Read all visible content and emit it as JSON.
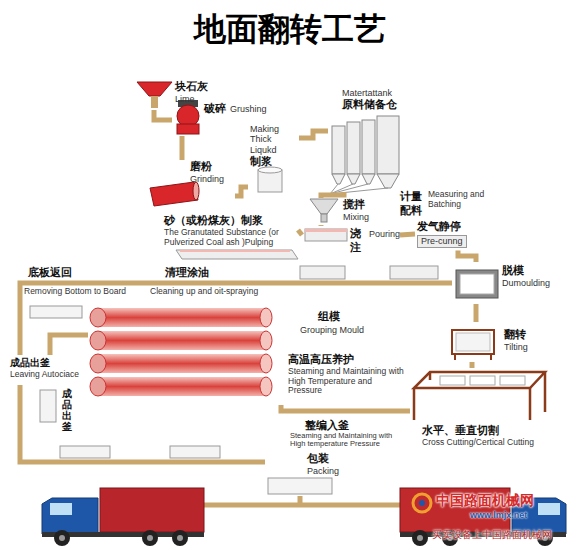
{
  "diagram": {
    "title": "地面翻转工艺",
    "nodes": [
      {
        "text": [
          "块石灰",
          "Lime"
        ]
      },
      {
        "text": [
          "破碎",
          "Grushing"
        ]
      },
      {
        "text": [
          "磨粉",
          "Grinding"
        ]
      },
      {
        "text": [
          "Making Thick Liqukd",
          "制浆"
        ]
      },
      {
        "text": [
          "Matertattank",
          "原料储备仓"
        ]
      },
      {
        "text": [
          "搅拌",
          "Mixing"
        ]
      },
      {
        "text": [
          "砂（或粉煤灰）制浆",
          "The Granutated Substance (or Pulverized Coal ash )Pulping"
        ]
      },
      {
        "text": [
          "浇注",
          "Pouring"
        ]
      },
      {
        "text": [
          "发气静停",
          "Pre-cunng"
        ]
      },
      {
        "text": [
          "脱模",
          "Dumoulding"
        ]
      },
      {
        "text": [
          "翻转",
          "Tilting"
        ]
      },
      {
        "text": [
          "水平、垂直切割",
          "Cross Cutting/Certical Cutting"
        ]
      },
      {
        "text": [
          "高温高压养护",
          "Steaming and Maintaining with High Temperature and Pressure"
        ]
      },
      {
        "text": [
          "成品出釜",
          "Leaving Autociace"
        ]
      },
      {
        "text": [
          "包装",
          "Packing"
        ]
      }
    ],
    "edges": [
      {
        "from": 0,
        "to": 1,
        "arrow": "none"
      },
      {
        "from": 1,
        "to": 2,
        "arrow": "none"
      },
      {
        "from": 2,
        "to": 3,
        "arrow": "none"
      },
      {
        "from": 3,
        "to": 4,
        "arrow": "none"
      },
      {
        "from": 4,
        "to": 5,
        "arrow": "none"
      },
      {
        "from": 5,
        "to": 7,
        "arrow": "none"
      },
      {
        "from": 6,
        "to": 7,
        "arrow": "none"
      },
      {
        "from": 7,
        "to": 8,
        "arrow": "none"
      },
      {
        "from": 8,
        "to": 9,
        "arrow": "none"
      },
      {
        "from": 9,
        "to": 10,
        "arrow": "none"
      },
      {
        "from": 10,
        "to": 11,
        "arrow": "none"
      },
      {
        "from": 11,
        "to": 12,
        "arrow": "none"
      },
      {
        "from": 12,
        "to": 13,
        "arrow": "none"
      },
      {
        "from": 9,
        "to": 13,
        "arrow": "none"
      },
      {
        "from": 13,
        "to": 14,
        "arrow": "none"
      }
    ],
    "labels": [
      "计量配料",
      "Measuring and Batching",
      "底板返回",
      "Removing Bottom to Board",
      "清理涂油",
      "Cleaning up and oit-spraying",
      "组模",
      "Grouping Mould",
      "整编入釜",
      "Steaming and Maintaining with High temperature Pressure",
      "成品出釜",
      "中国路面机械网",
      "www.lmjx.net",
      "买卖设备上中国路面机械网"
    ]
  }
}
